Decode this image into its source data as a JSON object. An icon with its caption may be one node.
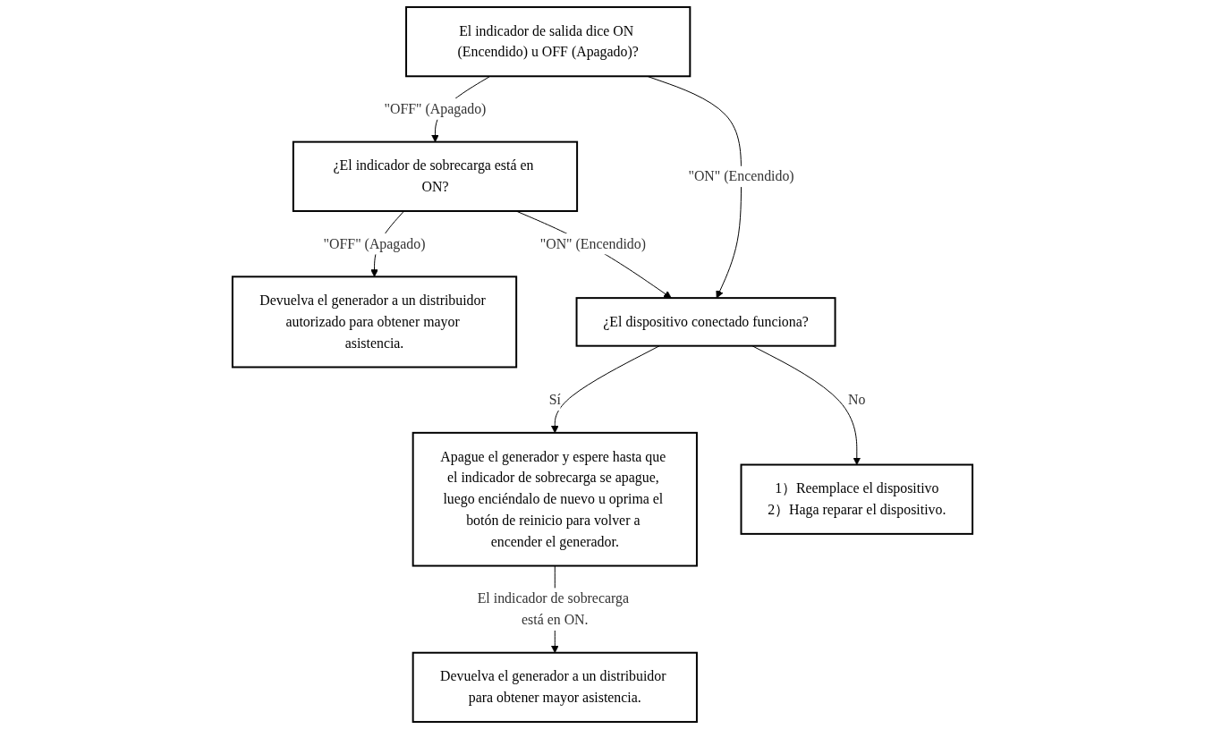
{
  "diagram": {
    "nodes": [
      {
        "text": [
          "El indicador de salida dice ON (Encendido) u OFF (Apagado)?"
        ]
      },
      {
        "text": [
          "¿El indicador de sobrecarga está en ON?"
        ]
      },
      {
        "text": [
          "Devuelva el generador a un distribuidor autorizado para obtener mayor asistencia."
        ]
      },
      {
        "text": [
          "¿El dispositivo conectado funciona?"
        ]
      },
      {
        "text": [
          "Apague el generador y espere hasta que el indicador de sobrecarga se apague, luego enciéndalo de nuevo u oprima el botón de reinicio para volver a encender el generador."
        ]
      },
      {
        "text": [
          "Devuelva el generador a un distribuidor para obtener mayor asistencia."
        ]
      },
      {
        "text": [
          "1）Reemplace el dispositivo",
          "2）Haga reparar el dispositivo."
        ]
      }
    ],
    "edges": [
      {
        "from": 0,
        "to": 3,
        "arrow": "to",
        "label": "\"ON\" (Encendido)"
      },
      {
        "from": 0,
        "to": 1,
        "arrow": "to",
        "label": "\"OFF\" (Apagado)"
      },
      {
        "from": 1,
        "to": 2,
        "arrow": "to",
        "label": "\"OFF\" (Apagado)"
      },
      {
        "from": 1,
        "to": 3,
        "arrow": "to",
        "label": "\"ON\" (Encendido)"
      },
      {
        "from": 3,
        "to": 4,
        "arrow": "to",
        "label": "Sí"
      },
      {
        "from": 4,
        "to": 5,
        "arrow": "to",
        "label": "El indicador de sobrecarga está en ON."
      },
      {
        "from": 3,
        "to": 6,
        "arrow": "to",
        "label": "No"
      }
    ]
  }
}
